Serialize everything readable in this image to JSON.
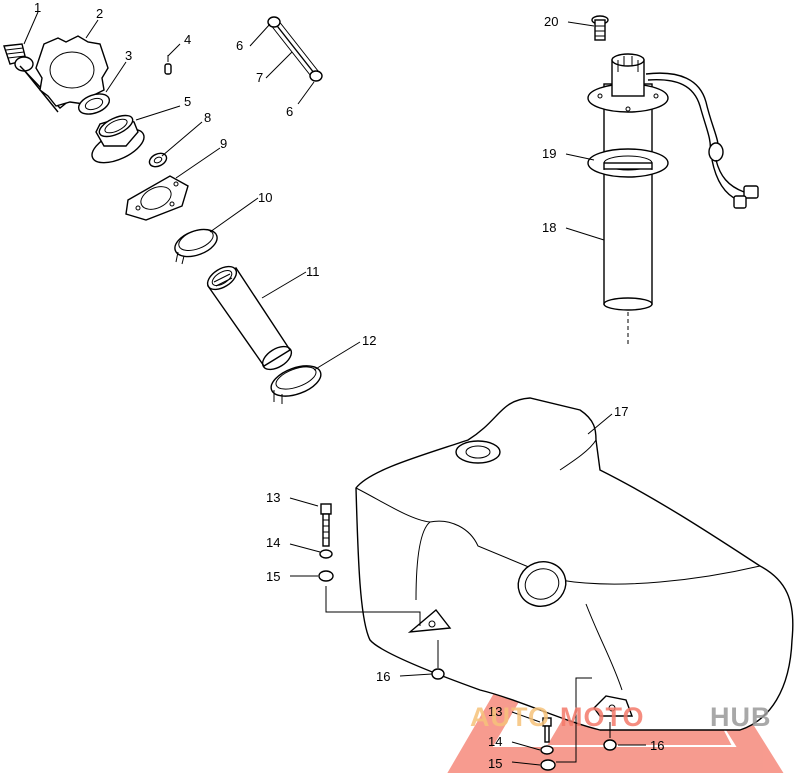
{
  "callouts": {
    "c1": "1",
    "c2": "2",
    "c3": "3",
    "c4": "4",
    "c5": "5",
    "c6a": "6",
    "c6b": "6",
    "c7": "7",
    "c8": "8",
    "c9": "9",
    "c10": "10",
    "c11": "11",
    "c12": "12",
    "c13a": "13",
    "c14a": "14",
    "c15a": "15",
    "c16a": "16",
    "c13b": "13",
    "c14b": "14",
    "c15b": "15",
    "c16b": "16",
    "c17": "17",
    "c18": "18",
    "c19": "19",
    "c20": "20"
  },
  "watermark": {
    "auto": "AUTO",
    "moto": "MOTO",
    "hub": "HUB",
    "color_primary": "#f47a6a",
    "color_secondary": "#f6c27a",
    "color_dark": "#9a9a9a"
  }
}
